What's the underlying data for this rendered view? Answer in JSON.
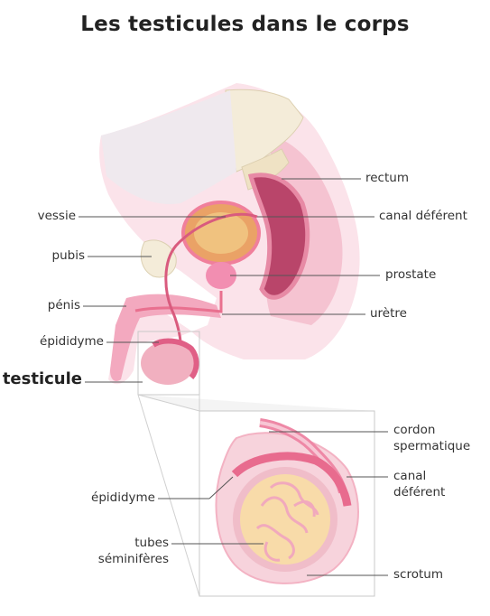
{
  "title": "Les testicules dans le corps",
  "labels": {
    "vessie": "vessie",
    "pubis": "pubis",
    "penis": "pénis",
    "epididyme_top": "épididyme",
    "testicule": "testicule",
    "rectum": "rectum",
    "canal_deferent_top": "canal déférent",
    "prostate": "prostate",
    "uretre": "urètre",
    "cordon_1": "cordon",
    "cordon_2": "spermatique",
    "canal_1": "canal",
    "canal_2": "déférent",
    "epididyme_bottom": "épididyme",
    "tubes_1": "tubes",
    "tubes_2": "séminifères",
    "scrotum": "scrotum"
  },
  "colors": {
    "skin": "#f6c9d4",
    "skin_dark": "#ee9fb3",
    "tissue_pink": "#e9708f",
    "bone": "#f1ead8",
    "bladder": "#e8a86a",
    "testis_fill": "#f8d8a6",
    "line": "#555555"
  }
}
